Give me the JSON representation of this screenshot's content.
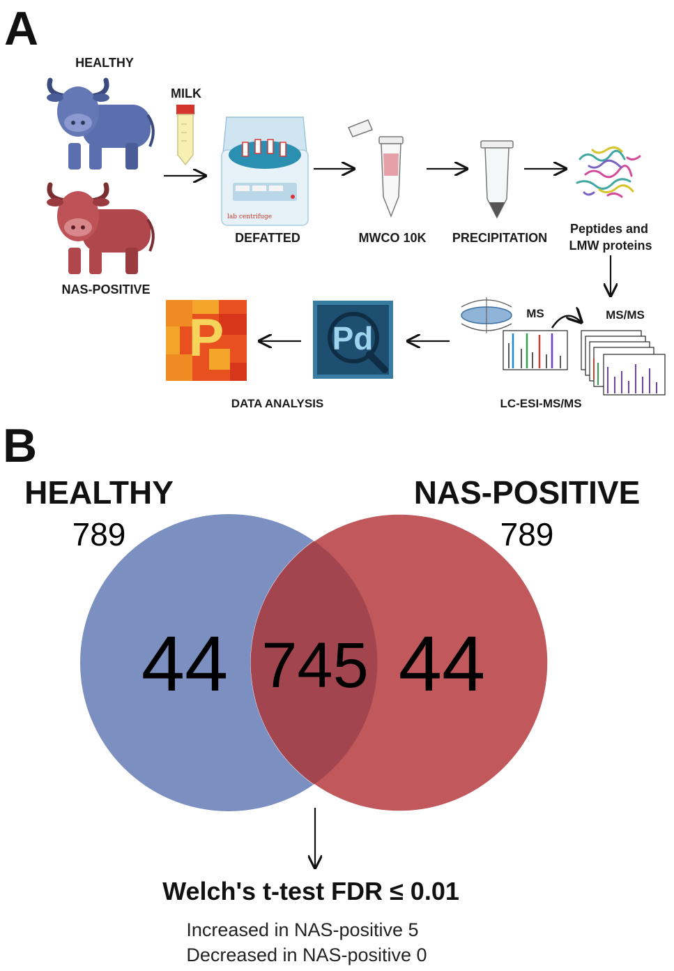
{
  "panel_a": {
    "letter": "A",
    "healthy_label": "HEALTHY",
    "nas_label": "NAS-POSITIVE",
    "milk_label": "MILK",
    "defatted_label": "DEFATTED",
    "mwco_label": "MWCO 10K",
    "precipitation_label": "PRECIPITATION",
    "peptides_line1": "Peptides and",
    "peptides_line2": "LMW proteins",
    "ms_label": "MS",
    "msms_label": "MS/MS",
    "lcms_label": "LC-ESI-MS/MS",
    "data_analysis_label": "DATA ANALYSIS",
    "pd_logo_text": "Pd",
    "p_logo_text": "P",
    "centrifuge_brand": "lab centrifuge"
  },
  "panel_b": {
    "letter": "B",
    "healthy_title": "HEALTHY",
    "healthy_total": "789",
    "nas_title": "NAS-POSITIVE",
    "nas_total": "789",
    "healthy_only": "44",
    "shared": "745",
    "nas_only": "44",
    "test_title": "Welch's t-test FDR ≤ 0.01",
    "increased": "Increased in NAS-positive 5",
    "decreased": "Decreased in NAS-positive 0"
  },
  "colors": {
    "healthy_blue": "#7b8fc0",
    "nas_red": "#c0585c",
    "overlap": "#a3454f",
    "cow_blue": "#5b6fae",
    "cow_red": "#b0474c"
  }
}
